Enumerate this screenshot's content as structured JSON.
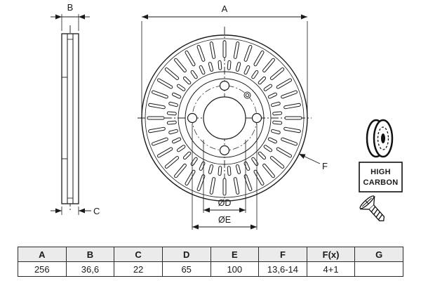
{
  "drawing": {
    "labels": {
      "a": "A",
      "b": "B",
      "c": "C",
      "d": "ØD",
      "e": "ØE",
      "f": "F"
    },
    "badge": {
      "line1": "HIGH",
      "line2": "CARBON"
    }
  },
  "table": {
    "headers": [
      "A",
      "B",
      "C",
      "D",
      "E",
      "F",
      "F(x)",
      "G"
    ],
    "values": [
      "256",
      "36,6",
      "22",
      "65",
      "100",
      "13,6-14",
      "4+1",
      ""
    ]
  },
  "colors": {
    "line": "#1a1a1a",
    "header_bg": "#ebebeb",
    "bg": "#ffffff"
  }
}
